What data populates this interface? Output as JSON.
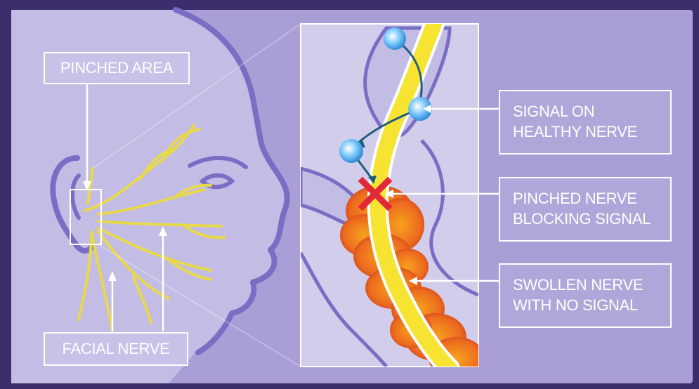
{
  "labels": {
    "pinched_area": "PINCHED AREA",
    "facial_nerve": "FACIAL NERVE",
    "signal_healthy": [
      "SIGNAL ON",
      "HEALTHY NERVE"
    ],
    "pinched_nerve": [
      "PINCHED NERVE",
      "BLOCKING SIGNAL"
    ],
    "swollen_nerve": [
      "SWOLLEN NERVE",
      "WITH NO SIGNAL"
    ]
  },
  "colors": {
    "frame": "#3d2d6b",
    "background": "#a99fd6",
    "face_outline": "#7a6ec4",
    "nerve": "#f5e04a",
    "swelling": "#e8531f",
    "signal_node": "#55b8f0",
    "block_mark": "#e3283a",
    "callout": "#ffffff"
  }
}
